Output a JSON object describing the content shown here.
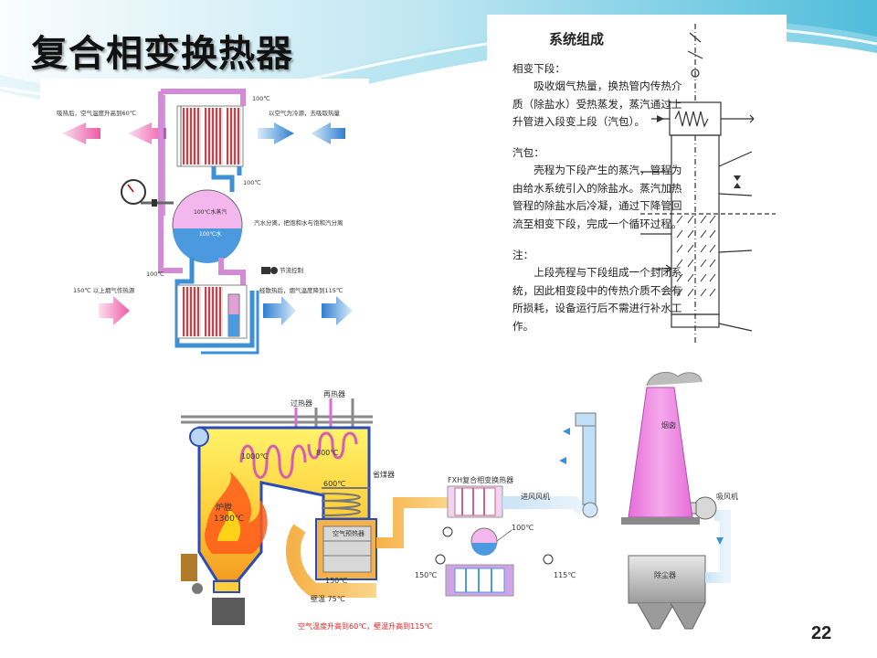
{
  "title": "复合相变换热器",
  "page_number": "22",
  "diagram1": {
    "left_top_label": "吸热后，空气温度升高到60℃",
    "right_top_label": "以空气为冷源，去吸取热量",
    "top_temp": "100℃",
    "mid_temp": "100℃",
    "steam_label": "100℃水蒸汽",
    "water_label": "100℃水",
    "separation_label": "汽水分离，把饱和水与饱和汽分离",
    "valve_label": "节流控制",
    "bottom_temp": "100℃",
    "left_bottom_label": "150℃ 以上烟气作热源",
    "right_bottom_label": "经散热后，烟气温度降到115℃"
  },
  "diagram2": {
    "title": "系统组成",
    "s1_head": "相变下段：",
    "s1_lines": [
      "　　吸收烟气热量，换热管内传热介",
      "质（除盐水）受热蒸发，蒸汽通过上",
      "升管进入段变上段（汽包）。"
    ],
    "s2_head": "汽包：",
    "s2_lines": [
      "　　壳程为下段产生的蒸汽，管程为",
      "由给水系统引入的除盐水。蒸汽加热",
      "管程的除盐水后冷凝，通过下降管回",
      "流至相变下段，完成一个循环过程。"
    ],
    "s3_head": "注：",
    "s3_lines": [
      "　　上段壳程与下段组成一个封闭系",
      "统，因此相变段中的传热介质不会有",
      "所损耗，设备运行后不需进行补水工",
      "作。"
    ]
  },
  "diagram3": {
    "superheater": "过热器",
    "reheater": "再热器",
    "t1000": "1000℃",
    "t800": "800℃",
    "economizer": "省煤器",
    "t600": "600℃",
    "furnace": "炉膛",
    "t1300": "1300℃",
    "air_preheater": "空气预热器",
    "t150": "150℃",
    "fxh_label": "FXH复合相变换热器",
    "inlet_fan": "进风风机",
    "t100": "100℃",
    "t150b": "150℃",
    "t115": "115℃",
    "dust_collector": "除尘器",
    "induced_fan": "吸风机",
    "chimney": "烟囱",
    "wall_temp": "壁温 75℃",
    "caption": "空气温度升高到60℃，壁温升高到115℃"
  }
}
